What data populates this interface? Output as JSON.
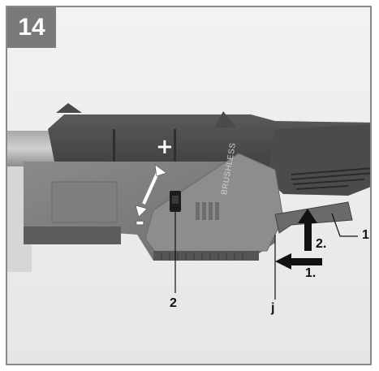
{
  "figure": {
    "number": "14",
    "labels": {
      "switch": "2",
      "lever": "j",
      "unlock": "1",
      "step1": "1.",
      "step2": "2.",
      "plus": "+",
      "minus": "-",
      "brand_text": "BRUSHLESS"
    }
  }
}
